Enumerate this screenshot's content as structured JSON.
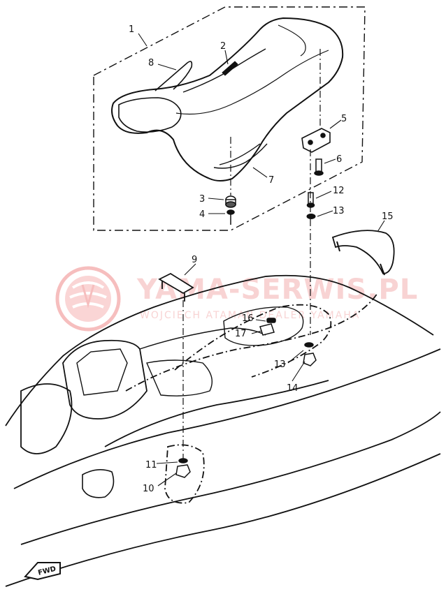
{
  "watermark": {
    "brand": "YAMA-SERWIS.PL",
    "subtitle": "WOJCIECH ATAMAN DEALER YAMAHA",
    "color": "#f08a8a"
  },
  "callouts": [
    {
      "id": "1",
      "label": "1"
    },
    {
      "id": "2",
      "label": "2"
    },
    {
      "id": "3",
      "label": "3"
    },
    {
      "id": "4",
      "label": "4"
    },
    {
      "id": "5",
      "label": "5"
    },
    {
      "id": "6",
      "label": "6"
    },
    {
      "id": "7",
      "label": "7"
    },
    {
      "id": "8",
      "label": "8"
    },
    {
      "id": "9",
      "label": "9"
    },
    {
      "id": "10",
      "label": "10"
    },
    {
      "id": "11",
      "label": "11"
    },
    {
      "id": "12",
      "label": "12"
    },
    {
      "id": "13a",
      "label": "13"
    },
    {
      "id": "13b",
      "label": "13"
    },
    {
      "id": "14",
      "label": "14"
    },
    {
      "id": "15",
      "label": "15"
    },
    {
      "id": "16",
      "label": "16"
    },
    {
      "id": "17",
      "label": "17"
    }
  ],
  "fwd_label": "FWD",
  "line_color": "#111111"
}
